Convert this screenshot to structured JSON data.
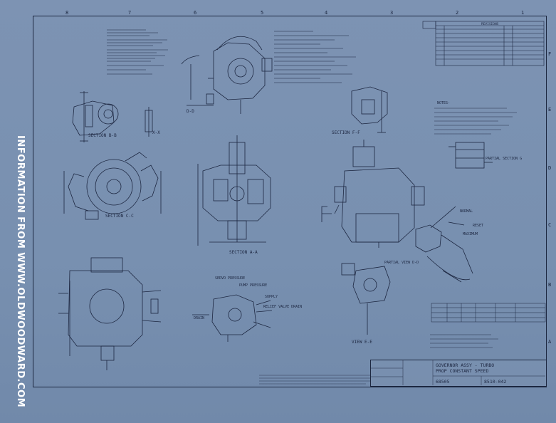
{
  "watermark": "INFORMATION FROM WWW.OLDWOODWARD.COM",
  "zones_top": [
    "8",
    "7",
    "6",
    "5",
    "4",
    "3",
    "2",
    "1"
  ],
  "zones_side": [
    "F",
    "E",
    "D",
    "C",
    "B",
    "A"
  ],
  "drawing": {
    "title_line1": "GOVERNOR ASSY - TURBO",
    "title_line2": "PROP CONSTANT SPEED",
    "drawing_number": "68505",
    "sheet_number": "8510-042"
  },
  "section_labels": {
    "section_bb": "SECTION B-B",
    "section_xx": "X-X",
    "section_cc": "SECTION C-C",
    "section_aa": "SECTION A-A",
    "section_ff": "SECTION F-F",
    "section_dd": "D-D",
    "view_ee": "VIEW E-E",
    "partial_view": "PARTIAL VIEW D-D",
    "partial_section_g": "PARTIAL SECTION G"
  },
  "callouts": {
    "servo_pressure": "SERVO PRESSURE",
    "pump_pressure": "PUMP PRESSURE",
    "supply": "SUPPLY",
    "relief_valve_drain": "RELIEF VALVE DRAIN",
    "drain": "DRAIN",
    "normal": "NORMAL",
    "reset": "RESET",
    "maximum": "MAXIMUM"
  },
  "notes_heading": "NOTES-",
  "revisions_heading": "REVISIONS"
}
